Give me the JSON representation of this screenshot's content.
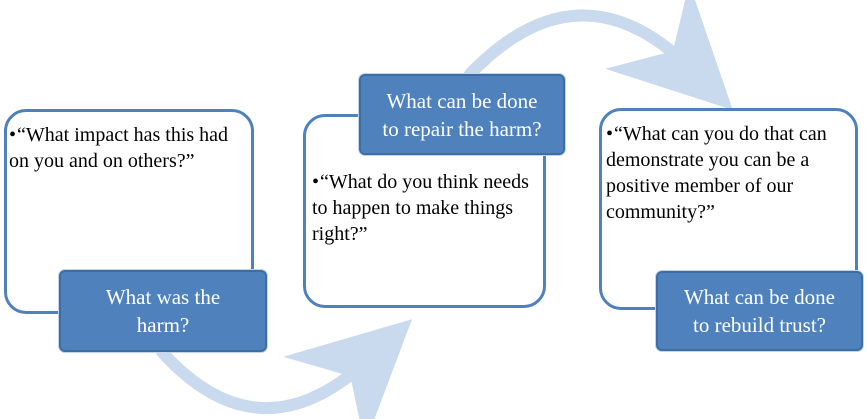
{
  "diagram": {
    "colors": {
      "box_border": "#4f81bd",
      "tag_fill": "#4f81bd",
      "tag_text": "#ffffff",
      "arrow": "#c9d9ee"
    },
    "steps": [
      {
        "question": "“What impact has this had on you and on others?”",
        "tag_line1": "What was the",
        "tag_line2": "harm?"
      },
      {
        "question": "“What do you think needs to happen to make things right?”",
        "tag_line1": "What can be done",
        "tag_line2": "to repair the harm?"
      },
      {
        "question": "“What can you do that can demonstrate you can be a positive member of our community?”",
        "tag_line1": "What can be done",
        "tag_line2": "to rebuild trust?"
      }
    ],
    "bullet": "•"
  }
}
